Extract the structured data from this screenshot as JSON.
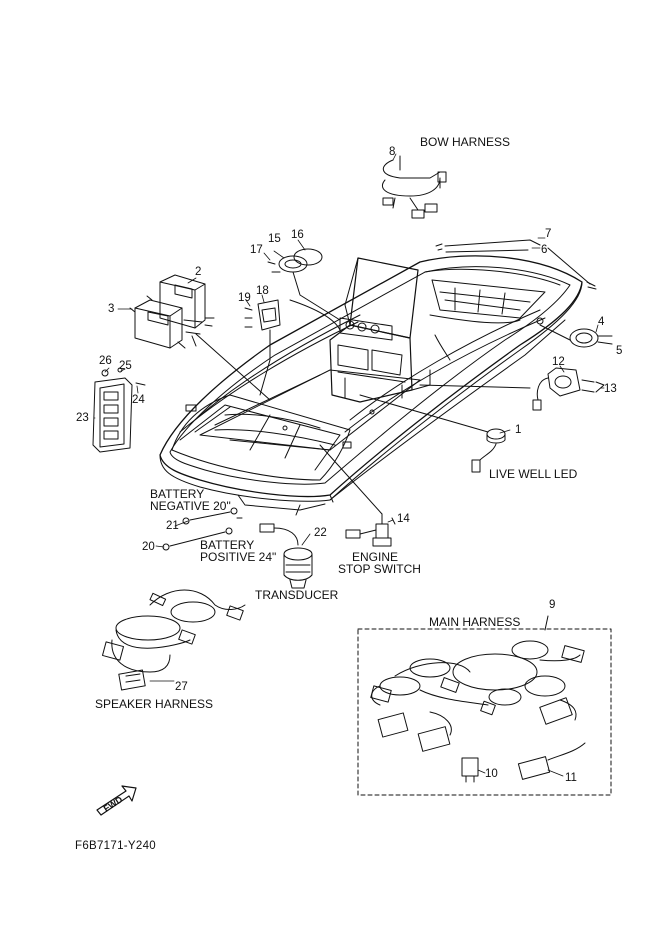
{
  "figure_code": "F6B7171-Y240",
  "labels": {
    "bow_harness": "BOW HARNESS",
    "live_well_led": "LIVE WELL LED",
    "battery_negative_line1": "BATTERY",
    "battery_negative_line2": "NEGATIVE 20\"",
    "battery_positive_line1": "BATTERY",
    "battery_positive_line2": "POSITIVE 24\"",
    "engine_stop_line1": "ENGINE",
    "engine_stop_line2": "STOP SWITCH",
    "transducer": "TRANSDUCER",
    "main_harness": "MAIN HARNESS",
    "speaker_harness": "SPEAKER HARNESS",
    "fwd": "FWD"
  },
  "part_numbers": {
    "p1": "1",
    "p2": "2",
    "p3": "3",
    "p4": "4",
    "p5": "5",
    "p6": "6",
    "p7": "7",
    "p8": "8",
    "p9": "9",
    "p10": "10",
    "p11": "11",
    "p12": "12",
    "p13": "13",
    "p14": "14",
    "p15": "15",
    "p16": "16",
    "p17": "17",
    "p18": "18",
    "p19": "19",
    "p20": "20",
    "p21": "21",
    "p22": "22",
    "p23": "23",
    "p24": "24",
    "p25": "25",
    "p26": "26",
    "p27": "27"
  }
}
